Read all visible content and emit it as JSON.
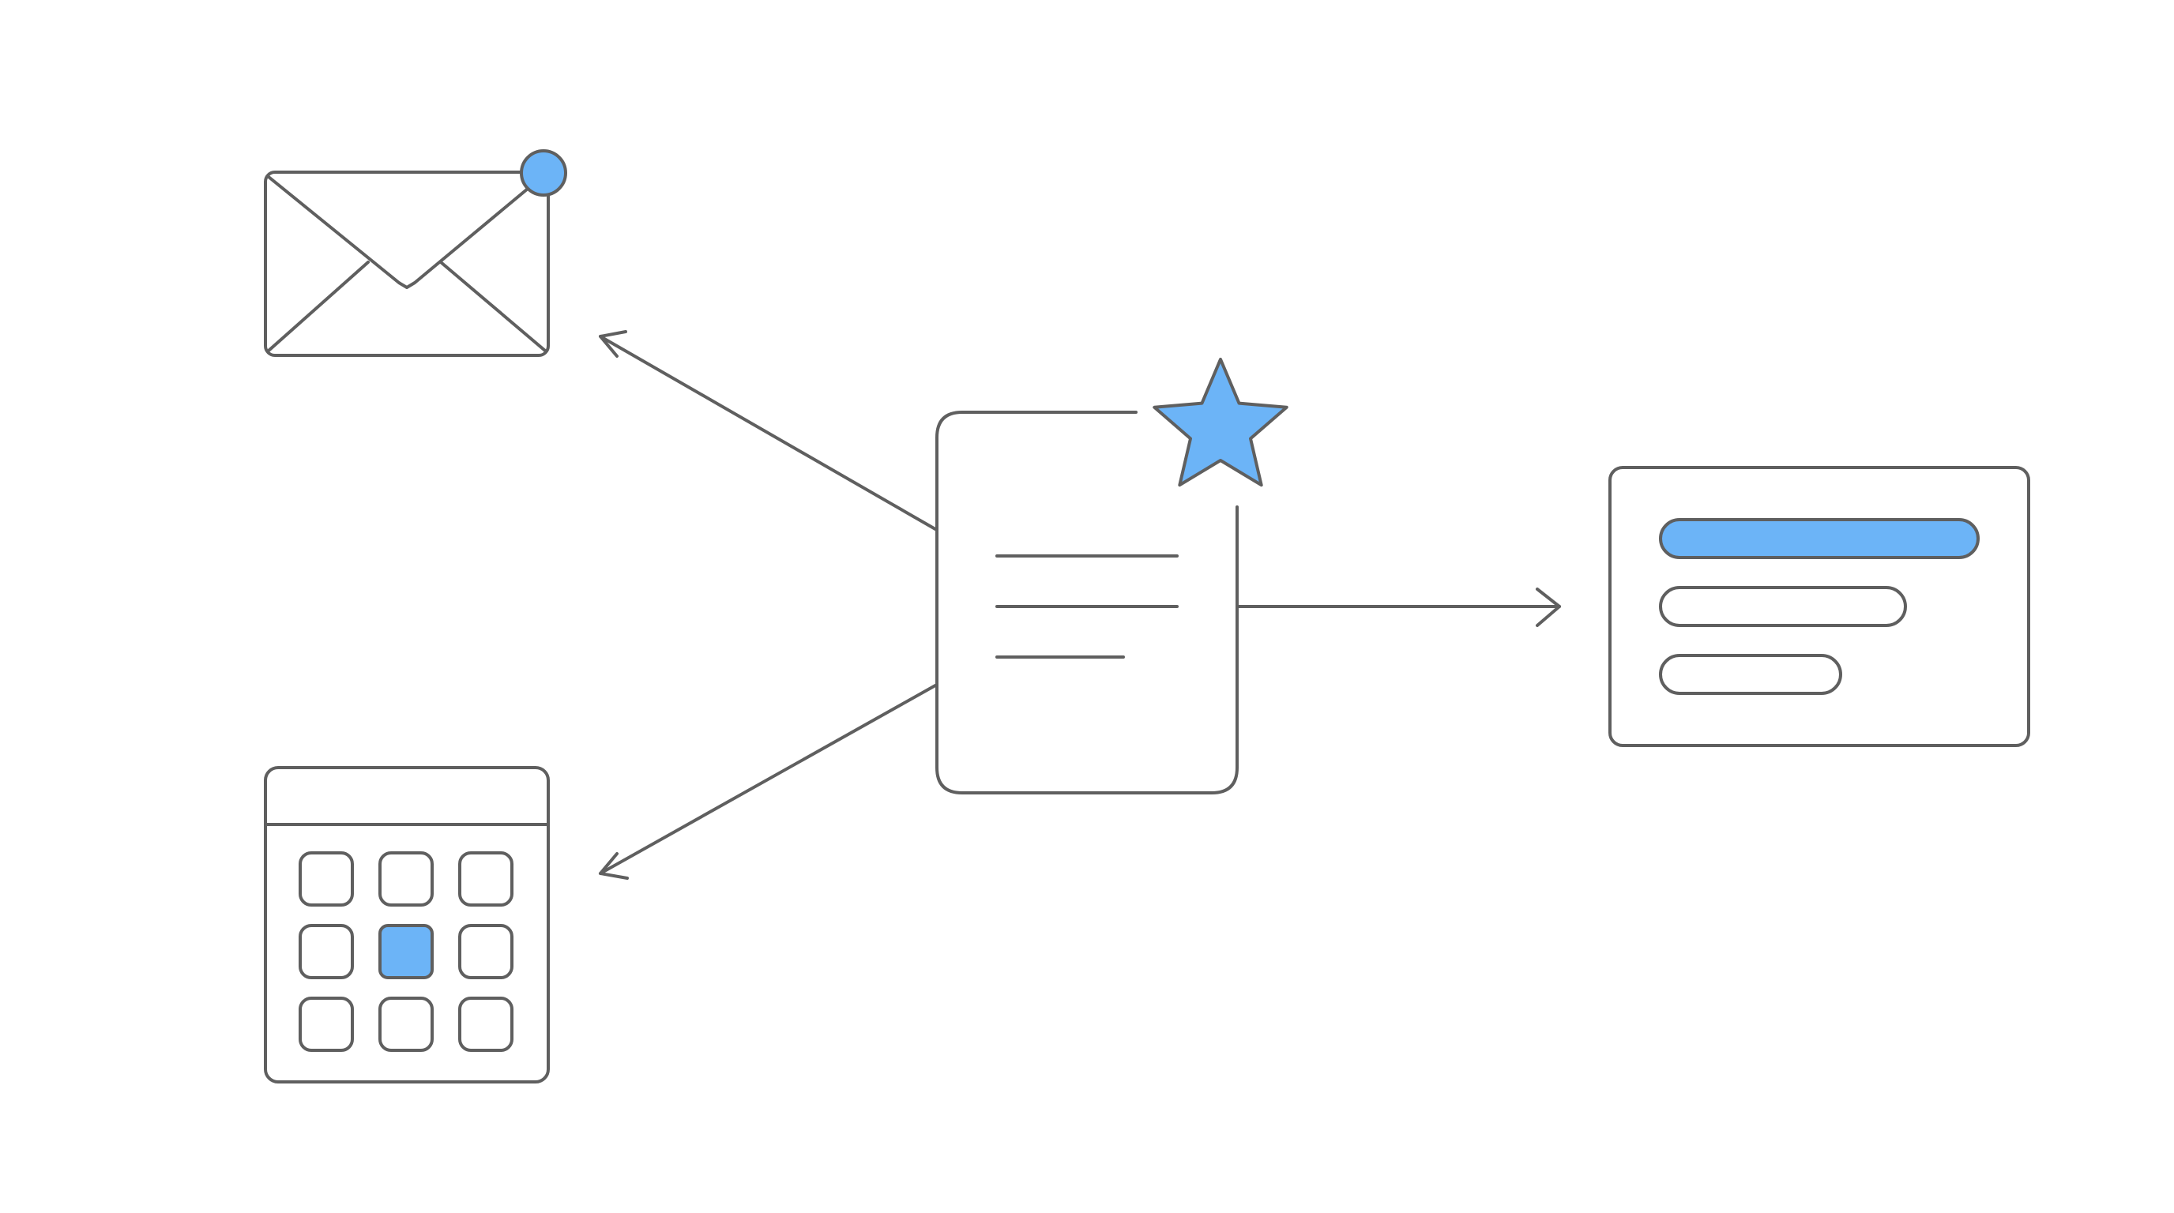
{
  "colors": {
    "background": "#ffffff",
    "stroke": "#5f5f5f",
    "accent": "#6cb4f7"
  },
  "diagram": {
    "hub": {
      "icon": "document-icon",
      "badge_icon": "star-icon",
      "text_line_count": 3
    },
    "targets": [
      {
        "icon": "mail-icon",
        "has_notification_dot": true
      },
      {
        "icon": "list-panel-icon",
        "highlighted_row": 1,
        "row_count": 3
      },
      {
        "icon": "calendar-icon",
        "highlighted_cell": 5,
        "cell_count": 9
      }
    ],
    "connections": [
      {
        "from": "document",
        "to": "mail",
        "arrow": "end"
      },
      {
        "from": "document",
        "to": "list-panel",
        "arrow": "end"
      },
      {
        "from": "document",
        "to": "calendar",
        "arrow": "end"
      }
    ]
  }
}
